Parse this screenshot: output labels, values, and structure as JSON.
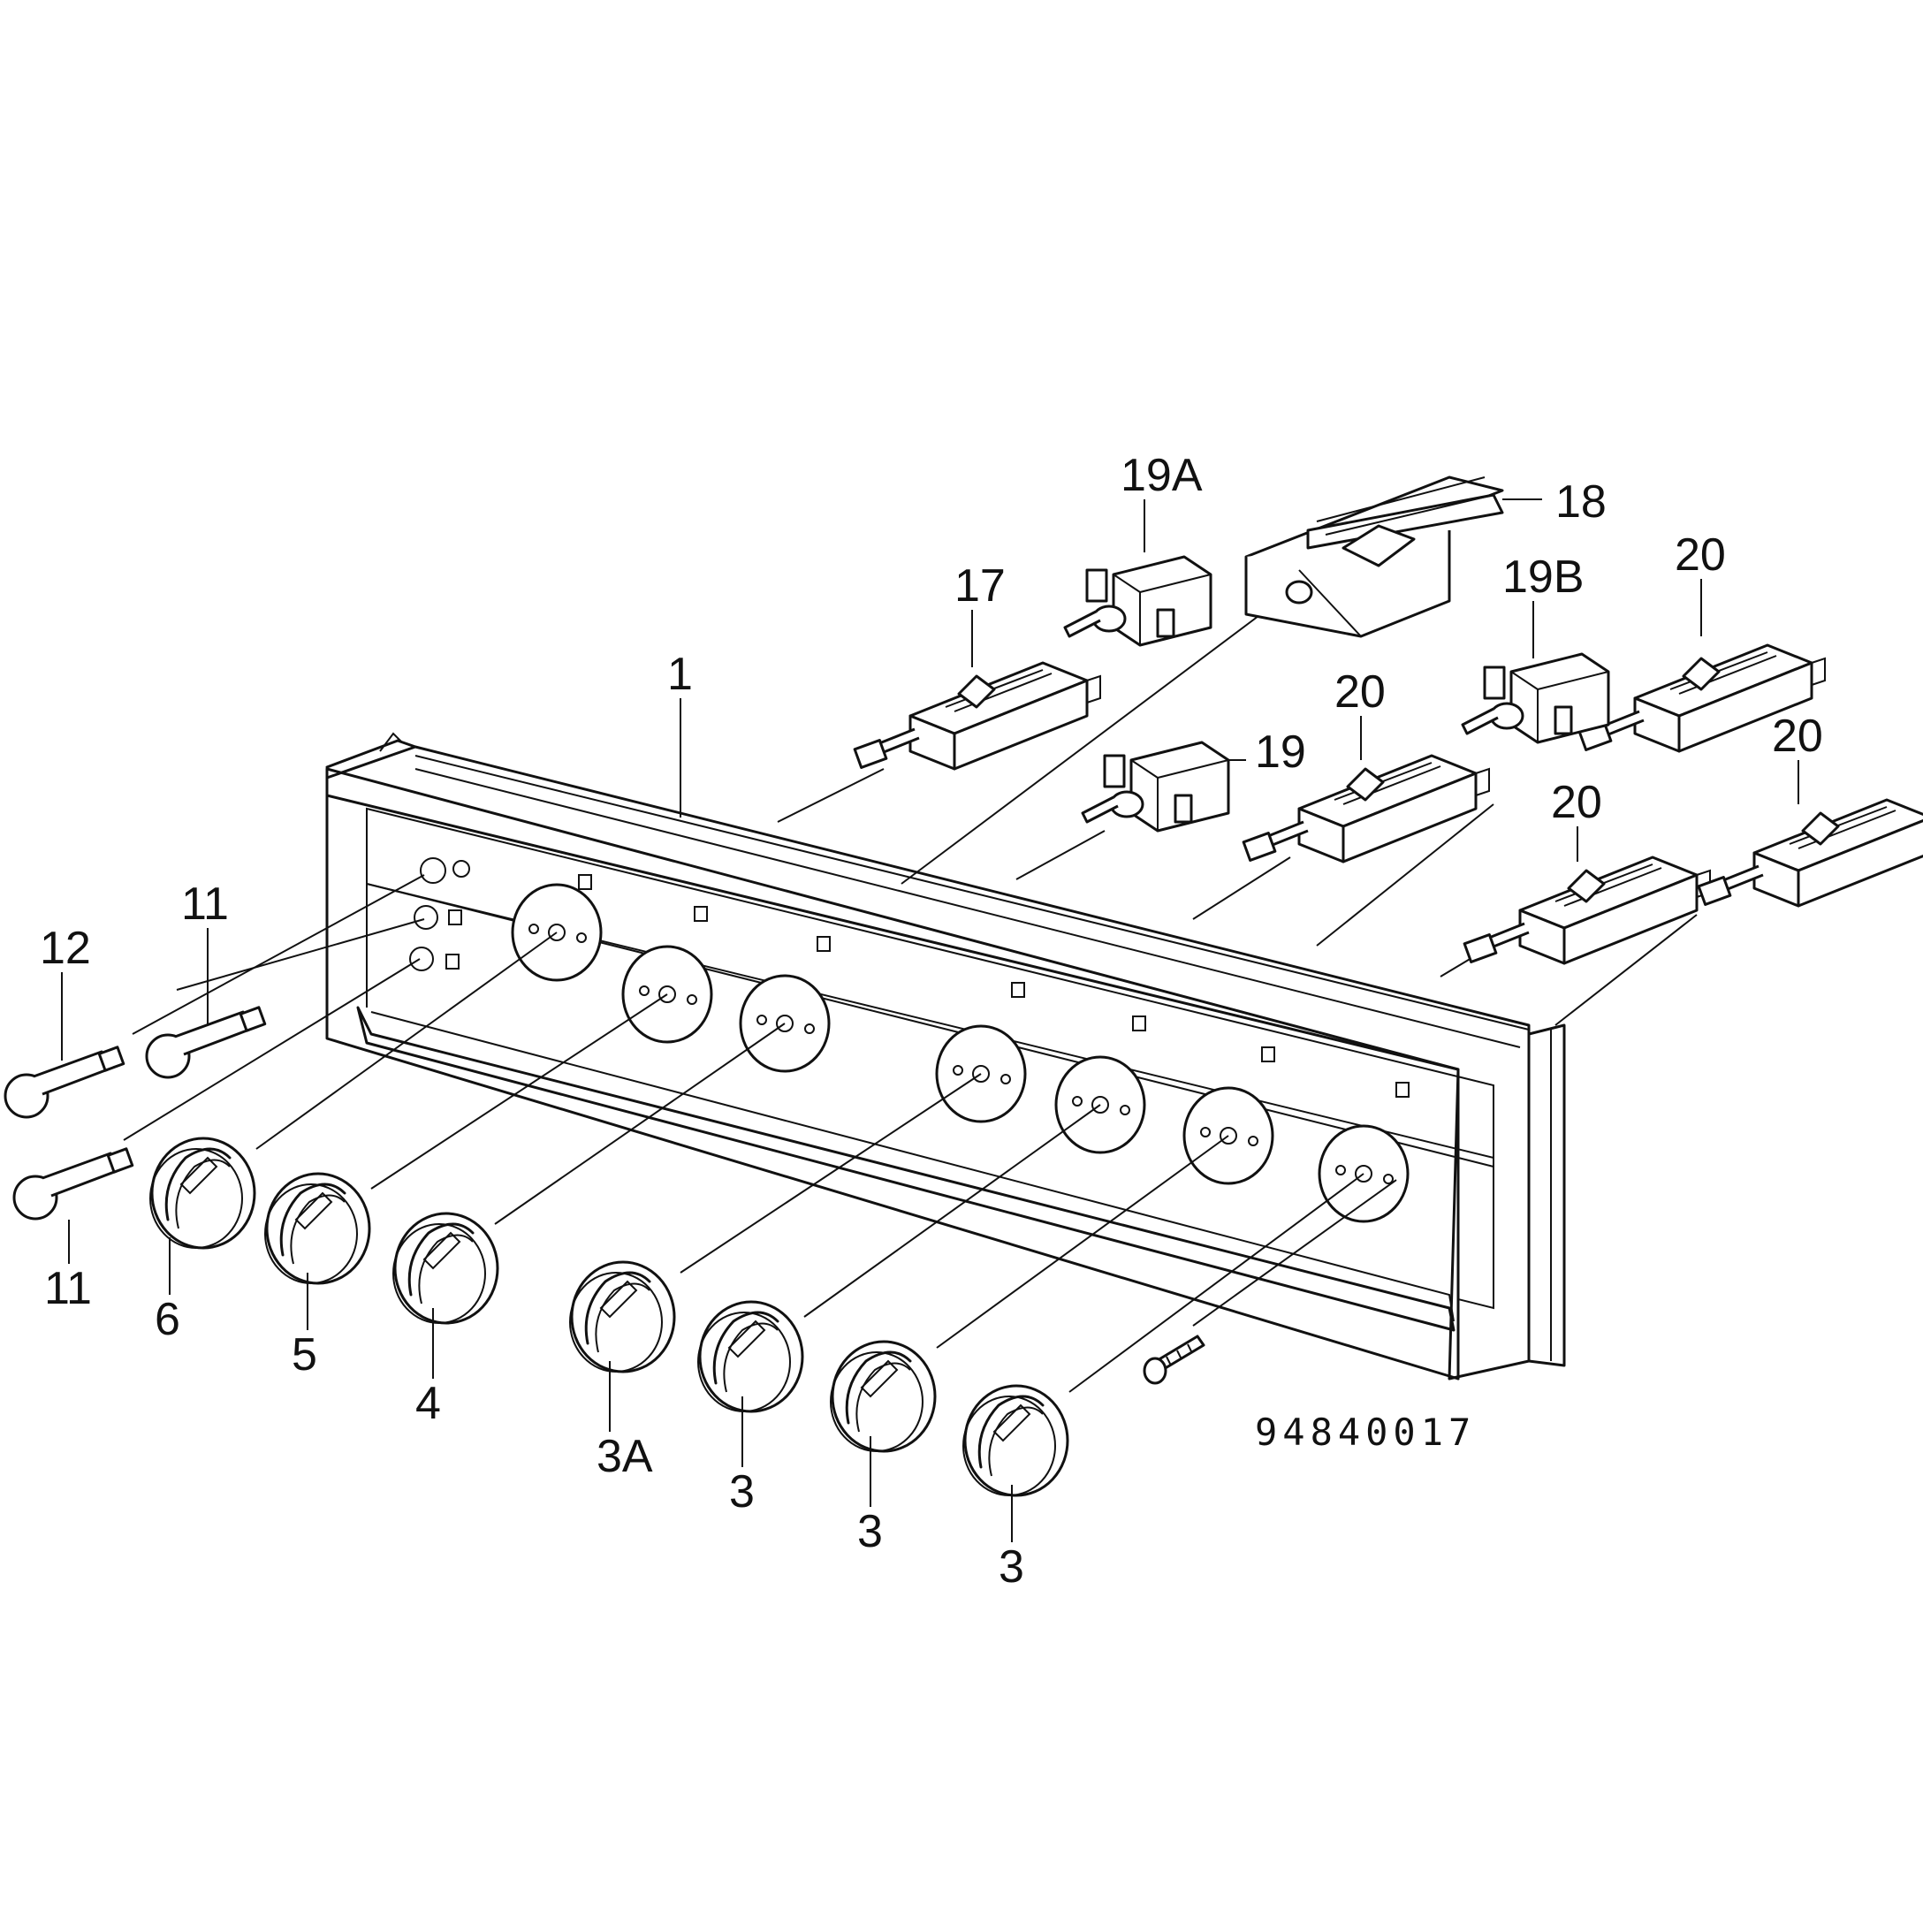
{
  "diagram": {
    "drawing_number": "94840017",
    "labels": {
      "control_panel": "1",
      "knob_3a": "3A",
      "knob_3": "3",
      "knob_4": "4",
      "knob_5": "5",
      "knob_6": "6",
      "pilot_lamp_11": "11",
      "pilot_lamp_12": "12",
      "switch_17": "17",
      "timer_18": "18",
      "switch_19": "19",
      "switch_19a": "19A",
      "switch_19b": "19B",
      "switch_20": "20"
    }
  }
}
